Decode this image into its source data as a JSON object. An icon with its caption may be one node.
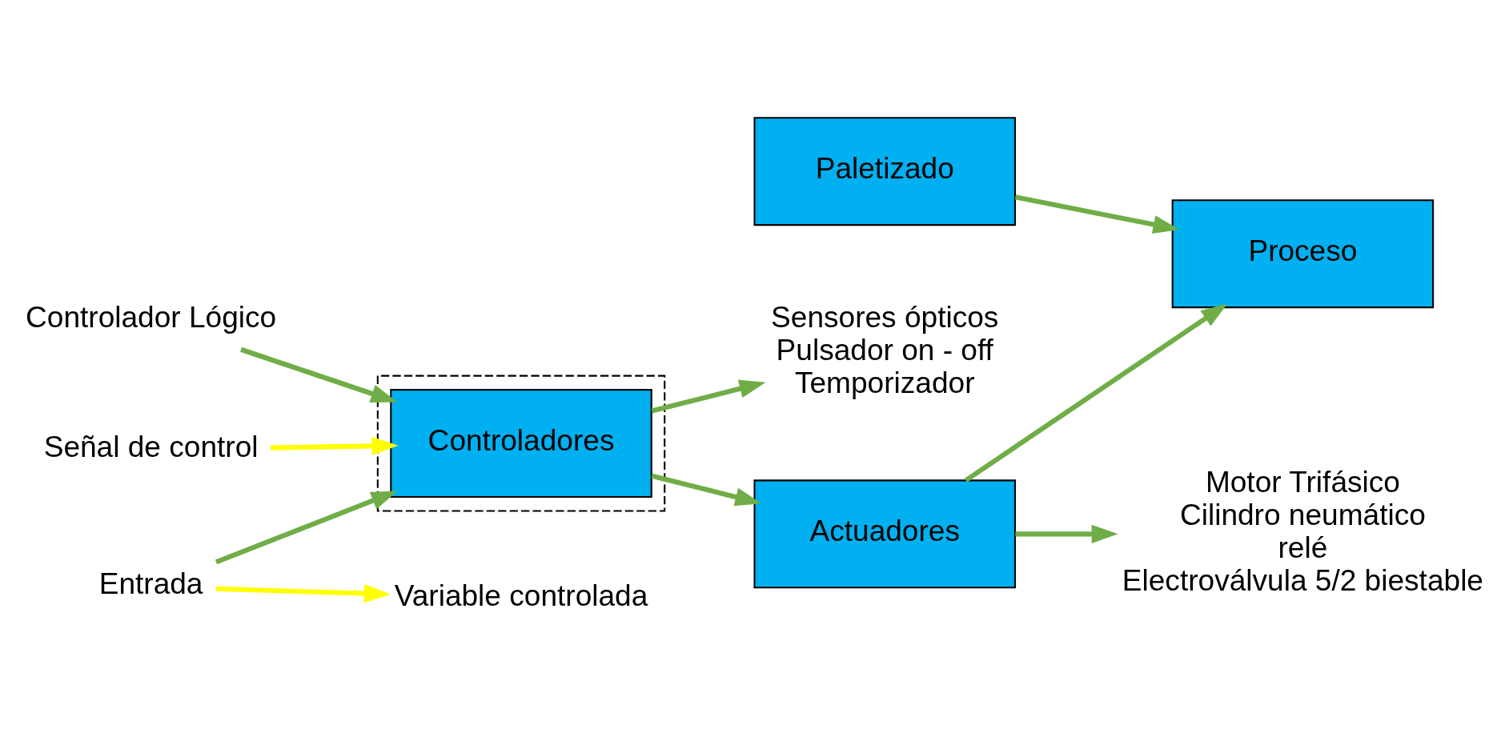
{
  "diagram": {
    "nodes": [
      {
        "text": [],
        "shape": "box"
      },
      {
        "text": [
          "Controlador Lógico"
        ]
      },
      {
        "text": [
          "Señal de control"
        ]
      },
      {
        "text": [
          "Entrada"
        ]
      },
      {
        "text": [
          "Controladores"
        ],
        "in": 0
      },
      {
        "text": [
          "Variable controlada"
        ]
      },
      {
        "text": [
          "Sensores ópticos",
          "Pulsador on - off",
          "Temporizador"
        ]
      },
      {
        "text": [
          "Actuadores"
        ]
      },
      {
        "text": [
          "Motor Trifásico",
          "Cilindro neumático",
          "relé",
          "Electroválvula 5/2 biestable"
        ]
      },
      {
        "text": [
          "Paletizado"
        ]
      },
      {
        "text": [
          "Proceso"
        ]
      }
    ],
    "edges": [
      {
        "from": 1,
        "to": 4,
        "arrow": "to"
      },
      {
        "from": 2,
        "to": 4,
        "arrow": "to",
        "color": "#ffff00"
      },
      {
        "from": 3,
        "to": 4,
        "arrow": "to"
      },
      {
        "from": 3,
        "to": 5,
        "arrow": "to",
        "color": "#ffff00"
      },
      {
        "from": 4,
        "to": 6,
        "arrow": "to"
      },
      {
        "from": 4,
        "to": 7,
        "arrow": "to"
      },
      {
        "from": 7,
        "to": 8,
        "arrow": "to"
      },
      {
        "from": 7,
        "to": 10,
        "arrow": "to"
      },
      {
        "from": 9,
        "to": 10,
        "arrow": "to"
      }
    ]
  }
}
